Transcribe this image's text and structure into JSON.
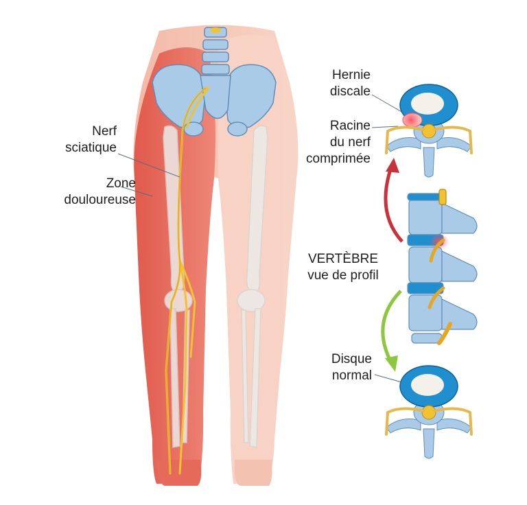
{
  "labels": {
    "herniated_disc": [
      "Hernie",
      "discale"
    ],
    "compressed_root": [
      "Racine",
      "du nerf",
      "comprimée"
    ],
    "sciatic_nerve": [
      "Nerf",
      "sciatique"
    ],
    "pain_zone": [
      "Zone",
      "douloureuse"
    ],
    "vertebra_profile": [
      "VERTÈBRE",
      "vue de profil"
    ],
    "normal_disc": [
      "Disque",
      "normal"
    ]
  },
  "colors": {
    "pain_red": "#e86a5c",
    "skin": "#f7c9b8",
    "bone": "#e9e6e3",
    "vertebra_blue": "#a9cbe8",
    "disc_blue": "#1f8fd0",
    "nerve_yellow": "#f2c230",
    "arrow_red": "#c9323b",
    "arrow_green": "#8dc63f"
  }
}
